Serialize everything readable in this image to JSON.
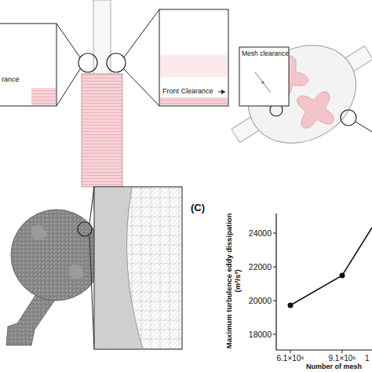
{
  "diagram": {
    "labels": [
      "rance",
      "Front Clearance",
      "Mesh clearance",
      "(C)",
      "Maximum turbulence eddy dissipation (m²/s³)",
      "24000",
      "22000",
      "20000",
      "18000",
      "6.1×10⁶",
      "9.1×10⁶",
      "1",
      "Number of mesh"
    ]
  }
}
